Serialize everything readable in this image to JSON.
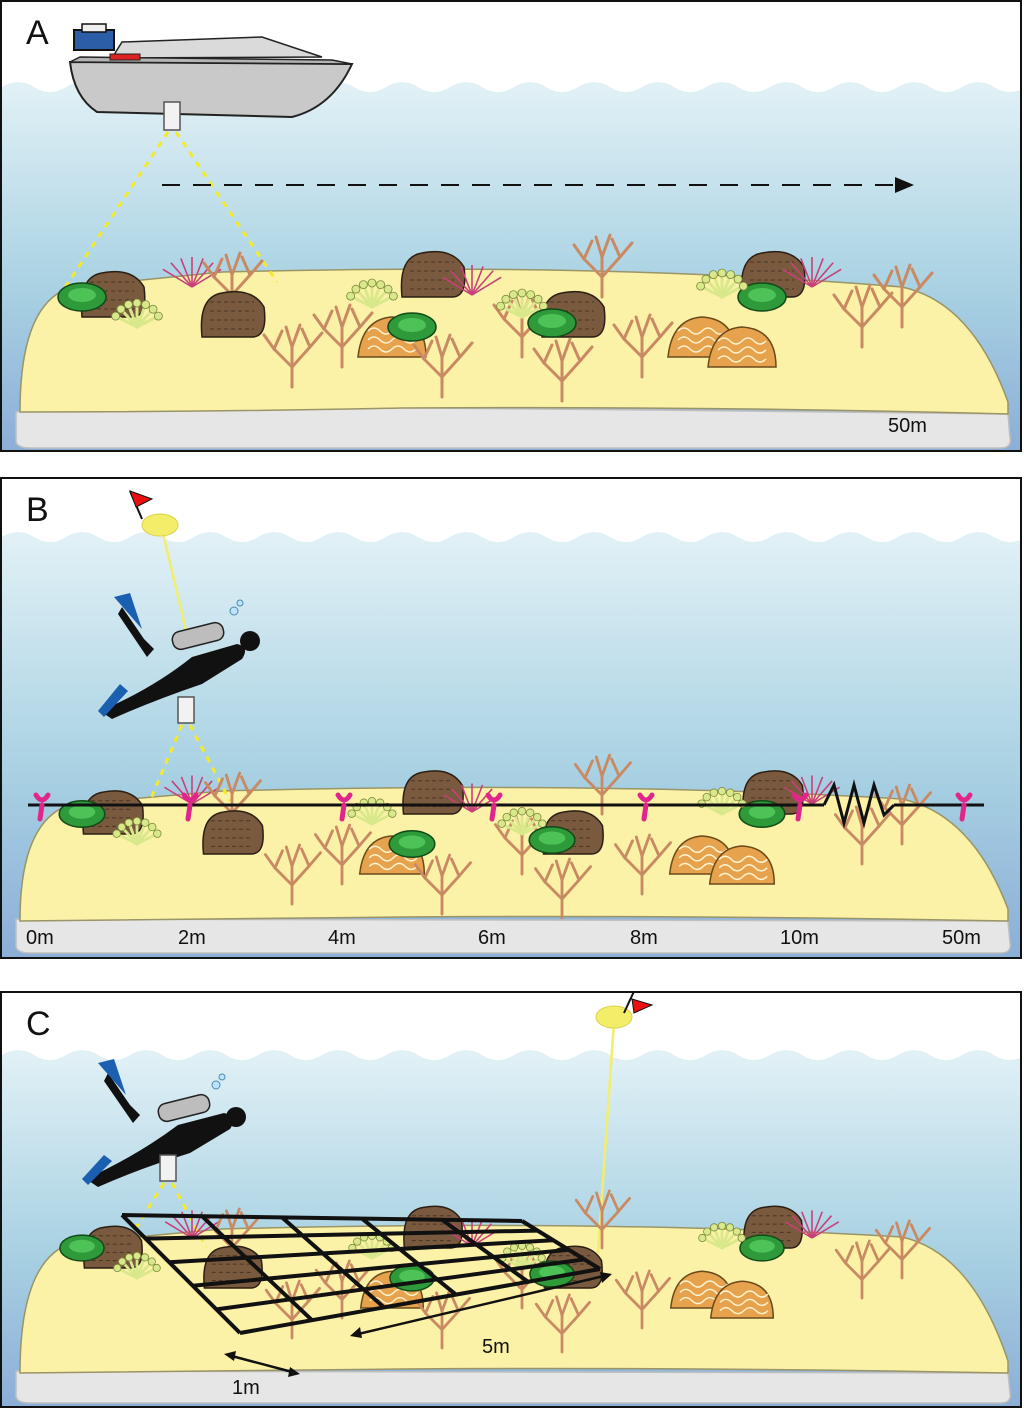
{
  "panels": [
    {
      "label": "A",
      "distance_labels": [
        "50m"
      ]
    },
    {
      "label": "B",
      "distance_labels": [
        "0m",
        "2m",
        "4m",
        "6m",
        "8m",
        "10m",
        "50m"
      ]
    },
    {
      "label": "C",
      "dimension_labels": [
        "1m",
        "5m"
      ]
    }
  ],
  "colors": {
    "water_top": "#e2f1f6",
    "water_bottom": "#8aaed6",
    "sand": "#fbf2a8",
    "seafloor": "#e6e6e6",
    "branching_coral": "#c98a63",
    "massive_coral": "#7a5a3e",
    "brain_coral": "#e7a24d",
    "green_coral": "#2e9a3a",
    "pale_coral": "#d8e88a",
    "sea_fan": "#c8407a",
    "tape_marker": "#e0268a",
    "survey_line": "#111111",
    "buoy": "#f3ee6a",
    "flag": "#e81010",
    "camera_beam": "#f5ea2a"
  },
  "icons": [
    "boat-icon",
    "camera-icon",
    "diver-icon",
    "buoy-icon",
    "flag-icon",
    "coral-icon"
  ]
}
